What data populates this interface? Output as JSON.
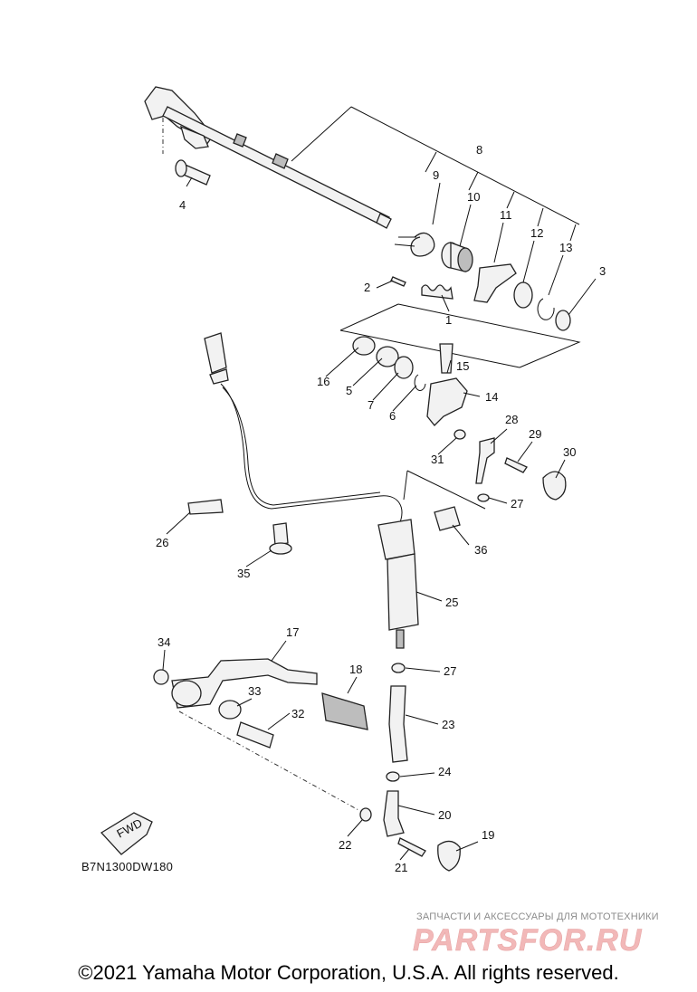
{
  "diagram": {
    "code": "B7N1300DW180",
    "fwd_label": "FWD",
    "callouts": {
      "c1": "1",
      "c2": "2",
      "c3": "3",
      "c4": "4",
      "c5": "5",
      "c6": "6",
      "c7": "7",
      "c8": "8",
      "c9": "9",
      "c10": "10",
      "c11": "11",
      "c12": "12",
      "c13": "13",
      "c14": "14",
      "c15": "15",
      "c16": "16",
      "c17": "17",
      "c18": "18",
      "c19": "19",
      "c20": "20",
      "c21": "21",
      "c22": "22",
      "c23": "23",
      "c24": "24",
      "c25": "25",
      "c26": "26",
      "c27a": "27",
      "c27b": "27",
      "c28": "28",
      "c29": "29",
      "c30": "30",
      "c31": "31",
      "c32": "32",
      "c33": "33",
      "c34": "34",
      "c35": "35",
      "c36": "36"
    }
  },
  "watermark": {
    "tagline": "ЗАПЧАСТИ И АКСЕССУАРЫ ДЛЯ МОТОТЕХНИКИ",
    "brand": "PARTSFOR.RU"
  },
  "footer": {
    "copyright": "©2021 Yamaha Motor Corporation, U.S.A. All rights reserved."
  }
}
